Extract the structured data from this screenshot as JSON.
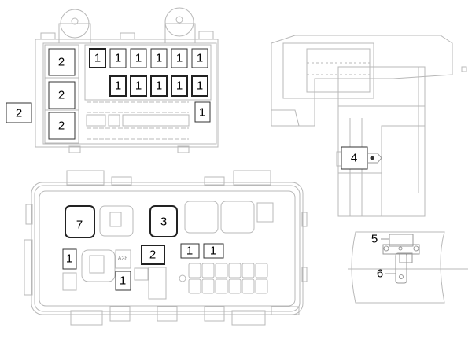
{
  "title": "Fuse and relay box locations",
  "upper_box": {
    "outside_label": "2",
    "left_relays": [
      "2",
      "2",
      "2"
    ],
    "fuses_row1": [
      "1",
      "1",
      "1",
      "1",
      "1",
      "1"
    ],
    "fuses_row2": [
      "1",
      "1",
      "1",
      "1",
      "1"
    ],
    "fuse_side": "1"
  },
  "lower_box": {
    "relay_7": "7",
    "relay_3": "3",
    "relay_2": "2",
    "fuse_a": "1",
    "fuse_b": "1",
    "fuse_left": "1",
    "fuse_bottom": "1",
    "relay_code": "A28"
  },
  "right_view": {
    "module_4": "4"
  },
  "detail_view": {
    "callout_5": "5",
    "callout_6": "6"
  }
}
